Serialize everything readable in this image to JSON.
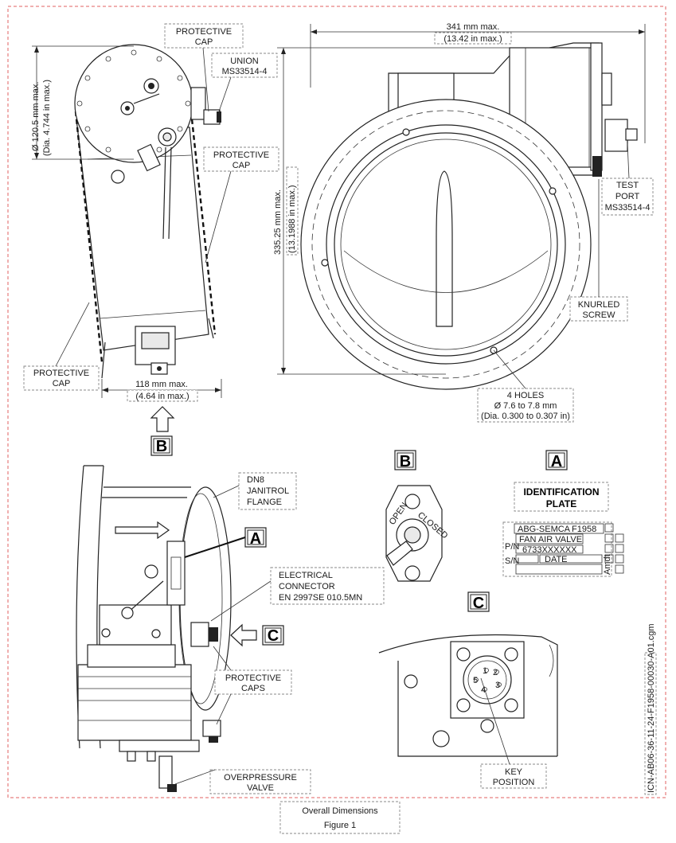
{
  "callouts": {
    "protective_cap_top": [
      "PROTECTIVE",
      "CAP"
    ],
    "union": [
      "UNION",
      "MS33514-4"
    ],
    "protective_cap_right": [
      "PROTECTIVE",
      "CAP"
    ],
    "protective_cap_left": [
      "PROTECTIVE",
      "CAP"
    ],
    "test_port": [
      "TEST",
      "PORT",
      "MS33514-4"
    ],
    "knurled_screw": [
      "KNURLED",
      "SCREW"
    ],
    "holes": [
      "4 HOLES",
      "Ø 7.6 to 7.8 mm",
      "(Dia. 0.300 to 0.307 in)"
    ],
    "flange": [
      "DN8",
      "JANITROL",
      "FLANGE"
    ],
    "electrical_connector": [
      "ELECTRICAL",
      "CONNECTOR",
      "EN 2997SE 010.5MN"
    ],
    "protective_caps": [
      "PROTECTIVE",
      "CAPS"
    ],
    "overpressure_valve": [
      "OVERPRESSURE",
      "VALVE"
    ],
    "key_position": [
      "KEY",
      "POSITION"
    ]
  },
  "dimensions": {
    "width": [
      "341 mm max.",
      "(13.42 in max.)"
    ],
    "diameter": [
      "Ø 120.5 mm max.",
      "(Dia. 4.744 in max.)"
    ],
    "height": [
      "335.25 mm max.",
      "(13.1988 in max.)"
    ],
    "depth": [
      "118 mm max.",
      "(4.64 in max.)"
    ]
  },
  "view_letters": {
    "a": "A",
    "b": "B",
    "c": "C"
  },
  "identification_plate": {
    "title": [
      "IDENTIFICATION",
      "PLATE"
    ],
    "maker": "ABG-SEMCA",
    "part": "F1958",
    "name": "FAN AIR VALVE",
    "pn_label": "P/N",
    "sn_label": "S/N",
    "pn_value": "6733XXXXXX",
    "date_label": "DATE",
    "amdt_label": "Amdt"
  },
  "detail_b": {
    "open": "OPEN",
    "closed": "CLOSED"
  },
  "connector_pins": [
    "1",
    "2",
    "3",
    "4",
    "5"
  ],
  "icn": "ICN-AB06-36-11-24-F1958-00030-A01.cgm",
  "caption": [
    "Overall Dimensions",
    "Figure 1"
  ]
}
